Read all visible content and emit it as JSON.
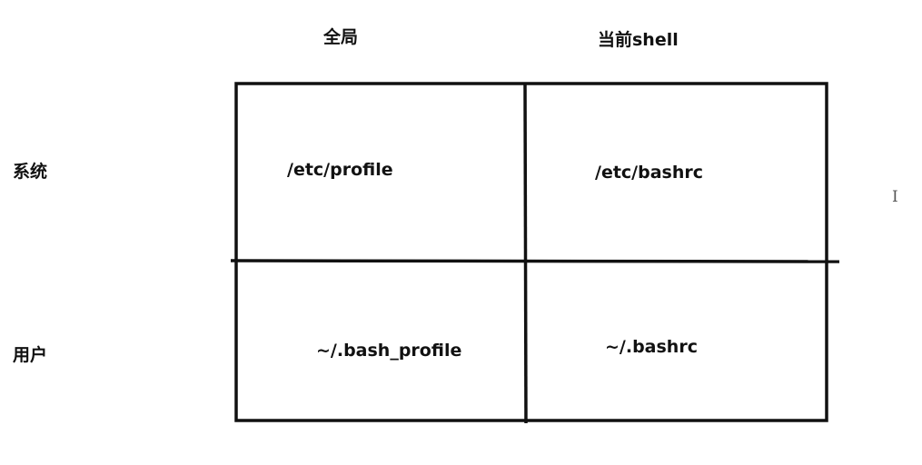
{
  "columns": {
    "global": "全局",
    "current_shell": "当前shell"
  },
  "rows": {
    "system": "系统",
    "user": "用户"
  },
  "cells": {
    "system_global": "/etc/profile",
    "system_shell": "/etc/bashrc",
    "user_global": "~/.bash_profile",
    "user_shell": "~/.bashrc"
  },
  "cursor_glyph": "I",
  "line_color": "#111111"
}
